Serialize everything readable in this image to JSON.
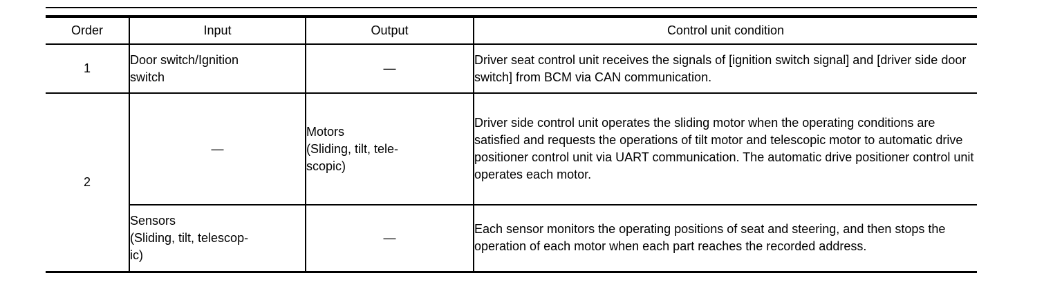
{
  "document": {
    "background_color": "#ffffff",
    "text_color": "#000000",
    "border_color": "#000000"
  },
  "table": {
    "header": {
      "order": "Order",
      "input": "Input",
      "output": "Output",
      "condition": "Control unit condition"
    },
    "rows": [
      {
        "order": "1",
        "subrows": [
          {
            "input": "Door switch/Ignition\nswitch",
            "output": "—",
            "condition": "Driver seat control unit receives the signals of [ignition switch signal] and [driver side door switch] from BCM via CAN communication."
          }
        ]
      },
      {
        "order": "2",
        "subrows": [
          {
            "input": "—",
            "output": "Motors\n(Sliding, tilt, tele-\nscopic)",
            "condition": "Driver side control unit operates the sliding motor when the operating conditions are satisfied and requests the operations of tilt motor and telescopic motor to automatic drive positioner control unit via UART communication. The automatic drive positioner control unit operates each motor."
          },
          {
            "input": "Sensors\n(Sliding, tilt, telescop-\nic)",
            "output": "—",
            "condition": "Each sensor monitors the operating positions of seat and steering, and then stops the operation of each motor when each part reaches the recorded address."
          }
        ]
      }
    ]
  }
}
